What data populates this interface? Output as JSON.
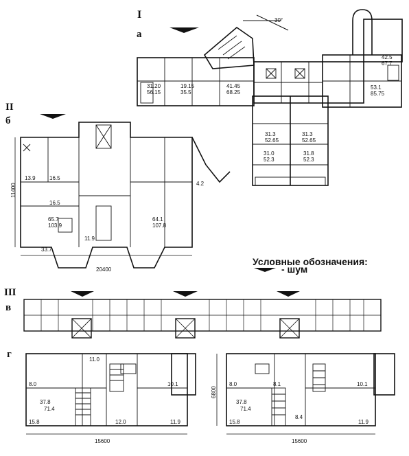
{
  "sections": {
    "I": {
      "roman": "I",
      "letter": "а",
      "angle": "30°",
      "areas": [
        "31.20\n56.15",
        "19.15\n35.5",
        "41.45\n68.25",
        "42.5\n67.7",
        "53.1\n85.75",
        "31.3\n52.65",
        "31.3\n52.65",
        "31.0\n52.3",
        "31.8\n52.3"
      ]
    },
    "II": {
      "roman": "II",
      "letter": "б",
      "height_dim": "11400",
      "width_dim": "20400",
      "areas": [
        "13.9",
        "16.5",
        "16.5",
        "65.7\n103.9",
        "64.1\n107.8",
        "11.9",
        "33.7",
        "4.2"
      ]
    },
    "III": {
      "roman": "III",
      "letter": "в"
    },
    "g": {
      "letter": "г",
      "left": {
        "width_dim": "15600",
        "areas": [
          "11.0",
          "8.0",
          "10.1",
          "37.8",
          "71.4",
          "15.8",
          "12.0",
          "11.9"
        ]
      },
      "right": {
        "width_dim": "15600",
        "height_dim": "6800",
        "areas": [
          "8.0",
          "8.1",
          "10.1",
          "37.8",
          "71.4",
          "15.8",
          "8.4",
          "11.9"
        ]
      }
    }
  },
  "legend": {
    "title": "Условные обозначения:",
    "item": "- шум"
  }
}
